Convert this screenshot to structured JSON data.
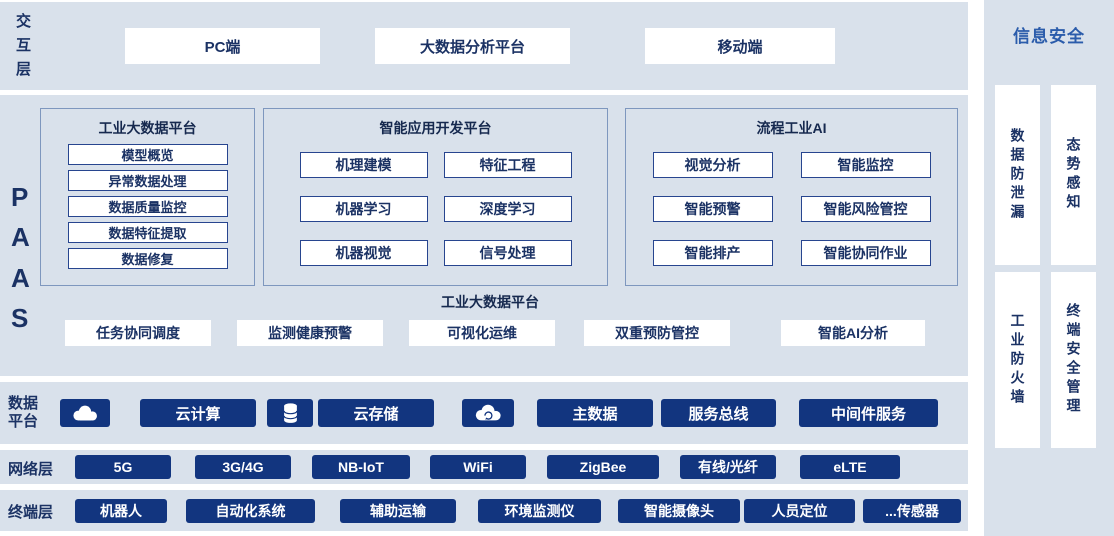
{
  "layers": {
    "interaction": {
      "label": "交互层",
      "items": [
        "PC端",
        "大数据分析平台",
        "移动端"
      ]
    },
    "paas": {
      "label": "PAAS",
      "panels": [
        {
          "title": "工业大数据平台",
          "items": [
            "模型概览",
            "异常数据处理",
            "数据质量监控",
            "数据特征提取",
            "数据修复"
          ]
        },
        {
          "title": "智能应用开发平台",
          "items": [
            "机理建模",
            "特征工程",
            "机器学习",
            "深度学习",
            "机器视觉",
            "信号处理"
          ]
        },
        {
          "title": "流程工业AI",
          "items": [
            "视觉分析",
            "智能监控",
            "智能预警",
            "智能风险管控",
            "智能排产",
            "智能协同作业"
          ]
        }
      ],
      "bottom": {
        "title": "工业大数据平台",
        "items": [
          "任务协同调度",
          "监测健康预警",
          "可视化运维",
          "双重预防管控",
          "智能AI分析"
        ]
      }
    },
    "data_platform": {
      "label": "数据平台",
      "icons": [
        "cloud-computing-icon",
        "database-icon",
        "cloud-sync-icon"
      ],
      "items": [
        "云计算",
        "云存储",
        "主数据",
        "服务总线",
        "中间件服务"
      ]
    },
    "network": {
      "label": "网络层",
      "items": [
        "5G",
        "3G/4G",
        "NB-IoT",
        "WiFi",
        "ZigBee",
        "有线/光纤",
        "eLTE"
      ]
    },
    "terminal": {
      "label": "终端层",
      "items": [
        "机器人",
        "自动化系统",
        "辅助运输",
        "环境监测仪",
        "智能摄像头",
        "人员定位",
        "...传感器"
      ]
    }
  },
  "security": {
    "title": "信息安全",
    "items": [
      "数据防泄漏",
      "态势感知",
      "工业防火墙",
      "终端安全管理"
    ]
  },
  "colors": {
    "band_bg": "#d9e1eb",
    "button_bg": "#12357f",
    "navy_text": "#1b3264",
    "title_blue": "#2b5cab",
    "box_border": "#27458f"
  }
}
